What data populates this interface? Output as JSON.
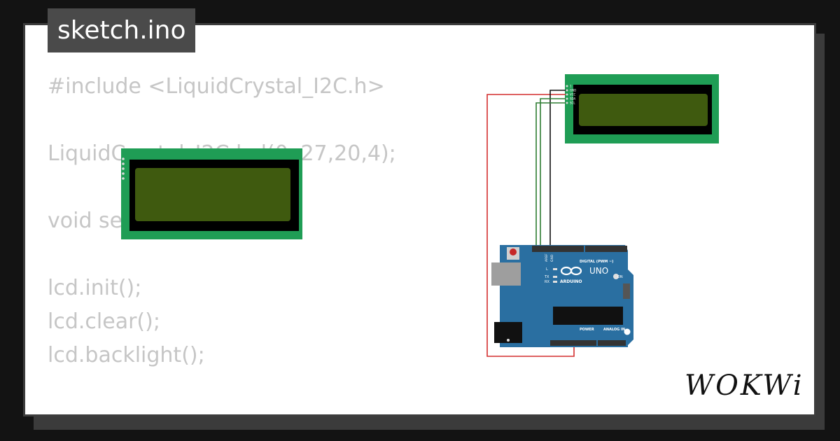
{
  "tab": {
    "filename": "sketch.ino"
  },
  "code": [
    "#include <LiquidCrystal_I2C.h>",
    "",
    "LiquidCrystal_I2C lcd(0x27,20,4);",
    "",
    "void setup()",
    "",
    "lcd.init();",
    "lcd.clear();",
    "lcd.backlight();"
  ],
  "lcd_pins": [
    "1",
    "GND",
    "VCC",
    "SDA",
    "SCL"
  ],
  "arduino": {
    "digital_label": "DIGITAL (PWM ~)",
    "brand": "ARDUINO",
    "model": "UNO",
    "aref": "AREF",
    "gnd": "GND",
    "on": "ON",
    "l": "L",
    "tx": "TX",
    "rx": "RX",
    "power": "POWER",
    "analog": "ANALOG IN"
  },
  "logo": "WOKWi",
  "colors": {
    "lcd_frame": "#1f9d55",
    "lcd_screen": "#3f5a0f",
    "board": "#2a6fa1",
    "wire_red": "#d32f2f",
    "wire_green": "#2e7d32",
    "wire_black": "#111111"
  }
}
